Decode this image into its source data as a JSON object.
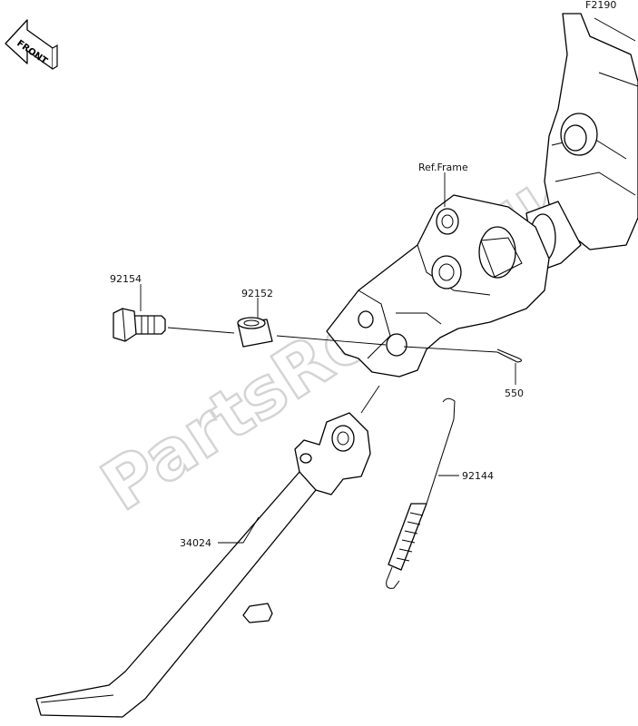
{
  "figure_code": "F2190",
  "front_indicator": "FRONT",
  "frame_ref": "Ref.Frame",
  "watermark": "PartsRepublik",
  "parts": [
    {
      "number": "92154",
      "name": "bolt"
    },
    {
      "number": "92152",
      "name": "collar"
    },
    {
      "number": "550",
      "name": "cotter-pin"
    },
    {
      "number": "92144",
      "name": "spring"
    },
    {
      "number": "34024",
      "name": "side-stand"
    }
  ]
}
